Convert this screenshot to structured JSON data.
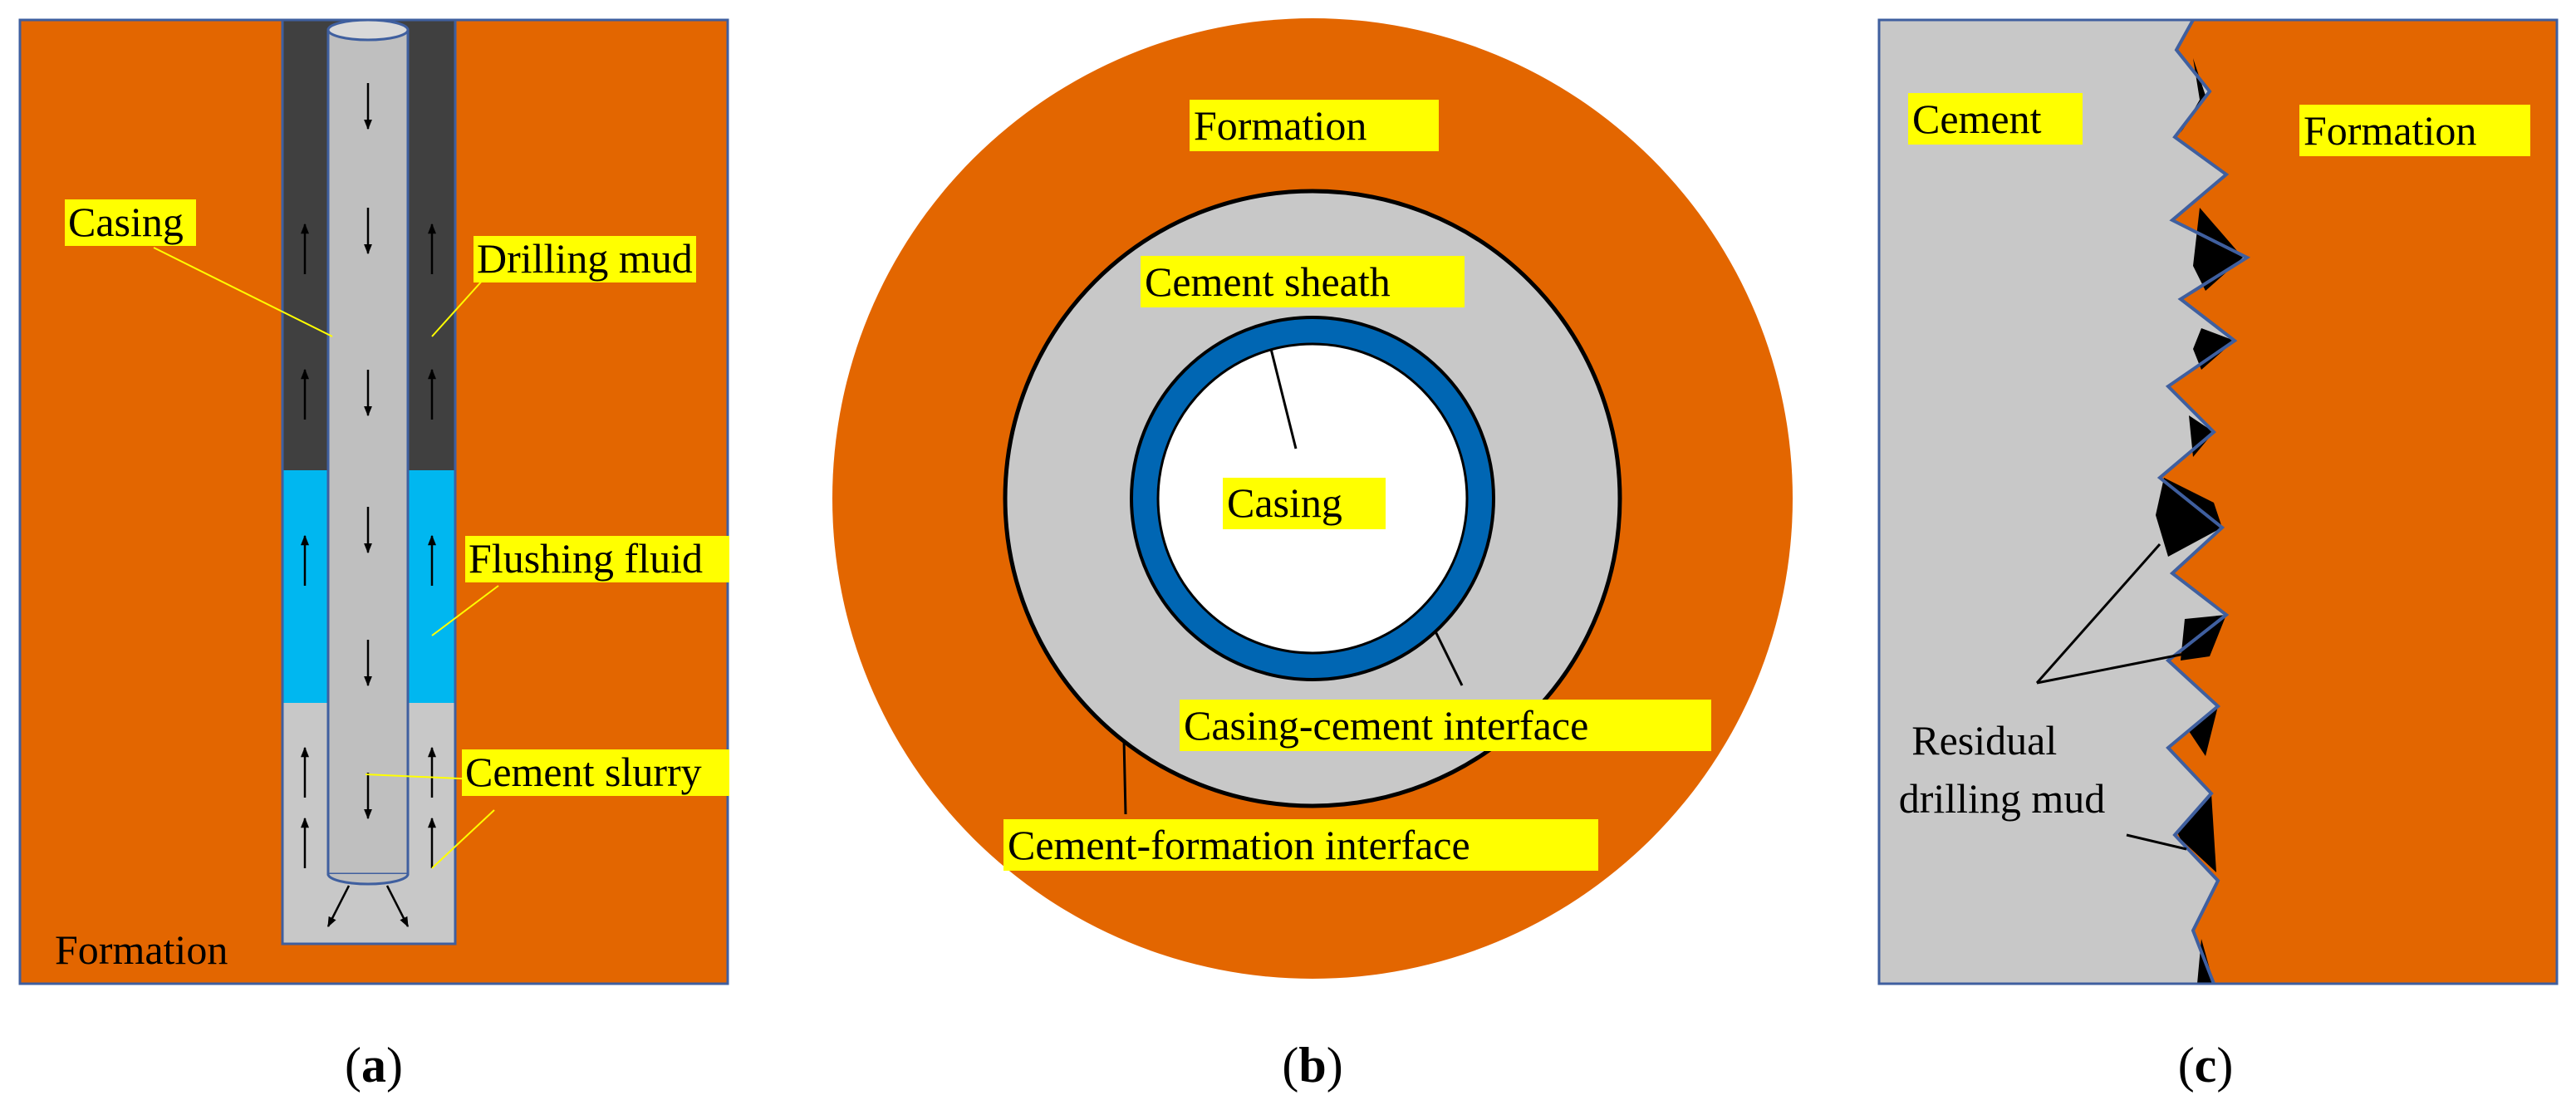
{
  "colors": {
    "formation": "#E36600",
    "drilling_mud": "#404040",
    "flushing_fluid": "#00B7F0",
    "cement": "#C8C8C8",
    "casing_ring": "#0066B3",
    "label_bg": "#FFFF00",
    "mud_pocket": "#000000",
    "frame": "#3F5F9F"
  },
  "panel_a": {
    "labels": {
      "casing": "Casing",
      "drilling_mud": "Drilling mud",
      "flushing_fluid": "Flushing fluid",
      "cement_slurry": "Cement slurry",
      "formation": "Formation"
    },
    "caption": {
      "open": "(",
      "letter": "a",
      "close": ")"
    }
  },
  "panel_b": {
    "labels": {
      "formation": "Formation",
      "cement_sheath": "Cement sheath",
      "casing": "Casing",
      "casing_cement_interface": "Casing-cement interface",
      "cement_formation_interface": "Cement-formation interface"
    },
    "caption": {
      "open": "(",
      "letter": "b",
      "close": ")"
    }
  },
  "panel_c": {
    "labels": {
      "cement": "Cement",
      "formation": "Formation",
      "residual_line1": "Residual",
      "residual_line2": "drilling mud"
    },
    "caption": {
      "open": "(",
      "letter": "c",
      "close": ")"
    }
  }
}
